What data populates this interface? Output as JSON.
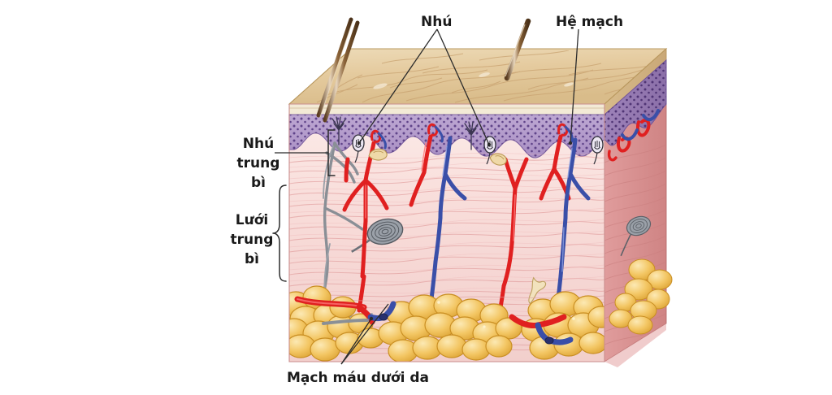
{
  "figure": {
    "kind": "anatomical-cross-section",
    "subject": "skin-layers",
    "background_color": "#ffffff"
  },
  "labels": {
    "papillae": "Nhú",
    "vascular_system": "Hệ mạch",
    "papillary_dermis": [
      "Nhú",
      "trung",
      "bì"
    ],
    "reticular_dermis": [
      "Lưới",
      "trung",
      "bì"
    ],
    "subcutaneous_vessels": "Mạch máu dưới da"
  },
  "layers": [
    {
      "name": "epidermis-surface",
      "label": "",
      "color": "#e3c79a"
    },
    {
      "name": "epidermis-basal",
      "label": "",
      "color": "#b39cc9"
    },
    {
      "name": "papillary-dermis",
      "label": "",
      "color": "#f7dcdc"
    },
    {
      "name": "reticular-dermis",
      "label": "",
      "color": "#f3cccc"
    },
    {
      "name": "hypodermis-fat",
      "label": "",
      "color": "#f0c158"
    },
    {
      "name": "side-face-dermis",
      "label": "",
      "color": "#d98c8c"
    }
  ],
  "colors": {
    "artery": "#e02020",
    "vein": "#3a4fa8",
    "nerve": "#8a8f96",
    "hair": "#6b4a2a",
    "fat": "#f2c05a",
    "fat_edge": "#c98e22",
    "epidermis_top": "#e6cca2",
    "epidermis_top_shade": "#d4b381",
    "basal_layer": "#b49ccb",
    "basal_layer_shade": "#9a7fb8",
    "dermis": "#f9dedc",
    "dermis_fiber": "#e29a9a",
    "dermis_side": "#dd8f8f",
    "label_text": "#1a1a1a",
    "leader_line": "#2b2b2b"
  },
  "structures": [
    {
      "name": "hair-shaft-left",
      "count": 2
    },
    {
      "name": "hair-shaft-right",
      "count": 1
    },
    {
      "name": "meissner-corpuscle",
      "count": 4
    },
    {
      "name": "pacinian-corpuscle",
      "count": 2
    },
    {
      "name": "free-nerve-ending",
      "count": 2
    },
    {
      "name": "sebaceous-gland",
      "count": 3
    },
    {
      "name": "arteriole",
      "count": 6
    },
    {
      "name": "venule",
      "count": 6
    },
    {
      "name": "adipocyte-lobule",
      "count": 4
    }
  ]
}
